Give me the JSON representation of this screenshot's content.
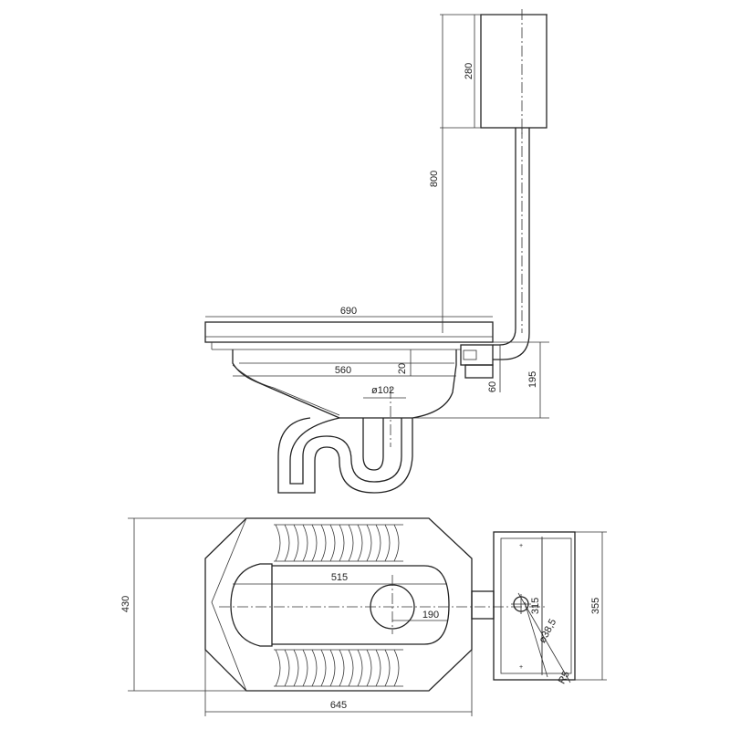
{
  "drawing": {
    "side_view": {
      "cistern_height": "280",
      "pipe_height": "800",
      "pan_length": "690",
      "bowl_length": "560",
      "rim_thickness": "20",
      "outlet_diameter": "ø102",
      "inlet_offset": "60",
      "overall_depth": "195"
    },
    "plan_view": {
      "overall_width": "430",
      "overall_length": "645",
      "bowl_length": "515",
      "outlet_offset": "190",
      "cistern_depth": "315",
      "cistern_width": "355",
      "inlet_diameter": "ø38,5",
      "corner_radius": "R5"
    }
  }
}
